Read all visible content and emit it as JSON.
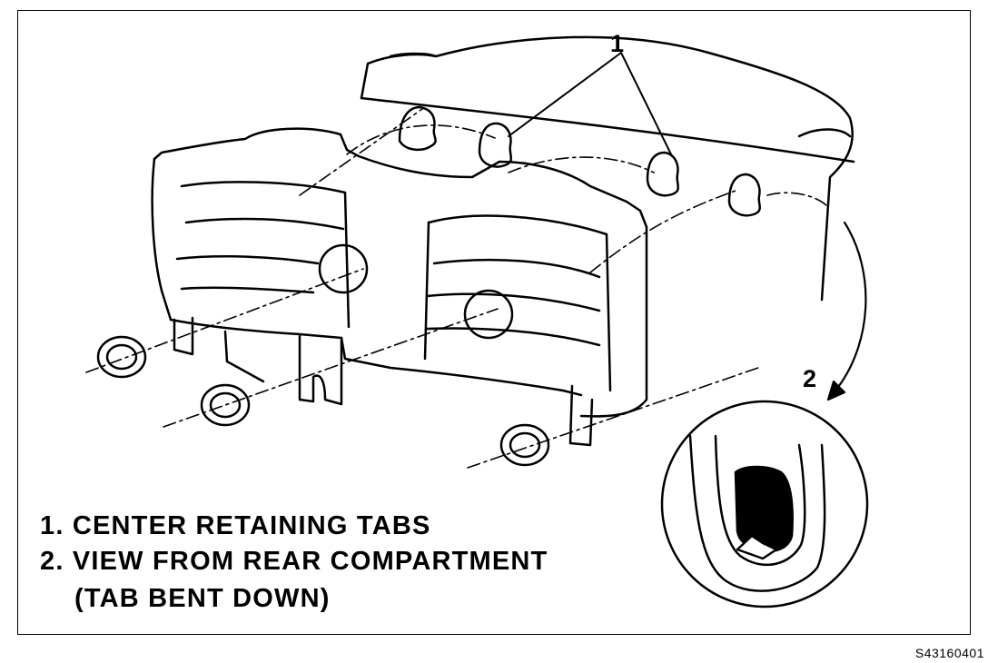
{
  "callouts": {
    "tabs": "1",
    "rear_view": "2"
  },
  "legend": {
    "item_1": "1. CENTER RETAINING TABS",
    "item_2": "2. VIEW FROM REAR COMPARTMENT",
    "item_2_cont": "(TAB BENT DOWN)"
  },
  "figure_code": "S43160401",
  "colors": {
    "line": "#000000",
    "background": "#ffffff"
  }
}
